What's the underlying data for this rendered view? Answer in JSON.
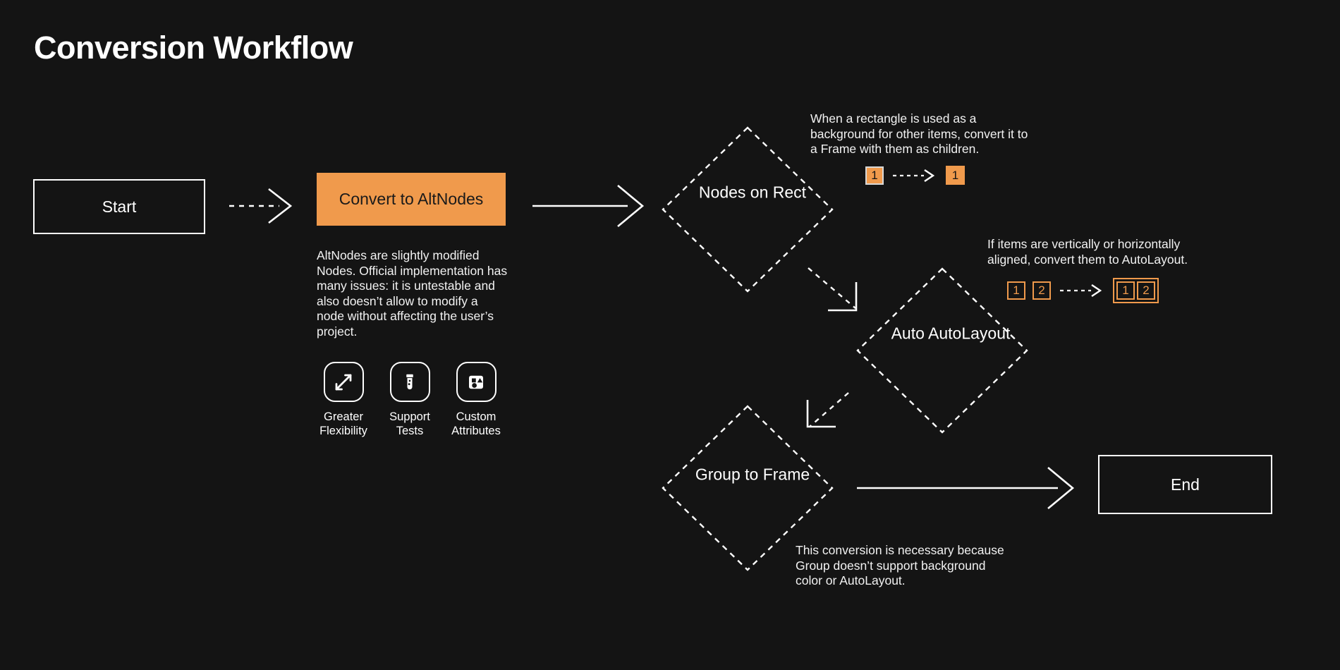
{
  "title": "Conversion Workflow",
  "colors": {
    "background": "#141414",
    "accent_orange": "#F09A4C",
    "stroke_white": "#FFFFFF",
    "text_white": "#FFFFFF"
  },
  "nodes": {
    "start": {
      "label": "Start",
      "shape": "rectangle"
    },
    "convert": {
      "label": "Convert to AltNodes",
      "shape": "rectangle-filled"
    },
    "nodes_on_rect": {
      "label": "Nodes on Rect",
      "shape": "diamond"
    },
    "auto_autolayout": {
      "label": "Auto AutoLayout",
      "shape": "diamond"
    },
    "group_to_frame": {
      "label": "Group to Frame",
      "shape": "diamond"
    },
    "end": {
      "label": "End",
      "shape": "rectangle"
    }
  },
  "convert_description": "AltNodes are slightly modified Nodes. Official implementation has many issues: it is untestable and also doesn’t allow to modify a node without affecting the user’s project.",
  "features": [
    {
      "icon": "expand-arrows-icon",
      "label": "Greater\nFlexibility"
    },
    {
      "icon": "test-tube-icon",
      "label": "Support\nTests"
    },
    {
      "icon": "shapes-icon",
      "label": "Custom\nAttributes"
    }
  ],
  "annotations": [
    {
      "id": "nodes-on-rect-annotation",
      "text": "When a rectangle is used as a background for other items, convert it to a Frame with them as children.",
      "before_badges": [
        {
          "value": "1",
          "style": "filled-bordered"
        }
      ],
      "after_badges": [
        {
          "value": "1",
          "style": "filled"
        }
      ],
      "grouped_after": false
    },
    {
      "id": "auto-autolayout-annotation",
      "text": "If items are vertically or horizontally aligned, convert them to AutoLayout.",
      "before_badges": [
        {
          "value": "1",
          "style": "outline"
        },
        {
          "value": "2",
          "style": "outline"
        }
      ],
      "after_badges": [
        {
          "value": "1",
          "style": "outline"
        },
        {
          "value": "2",
          "style": "outline"
        }
      ],
      "grouped_after": true
    },
    {
      "id": "group-to-frame-annotation",
      "text": "This conversion is necessary because Group doesn’t support background color or AutoLayout.",
      "before_badges": [],
      "after_badges": [],
      "grouped_after": false
    }
  ],
  "edges": [
    {
      "from": "start",
      "to": "convert",
      "style": "dashed",
      "direction": "right"
    },
    {
      "from": "convert",
      "to": "nodes_on_rect",
      "style": "solid",
      "direction": "right"
    },
    {
      "from": "nodes_on_rect",
      "to": "auto_autolayout",
      "style": "dashed",
      "direction": "diagonal-down-right"
    },
    {
      "from": "auto_autolayout",
      "to": "group_to_frame",
      "style": "dashed",
      "direction": "diagonal-down-left"
    },
    {
      "from": "group_to_frame",
      "to": "end",
      "style": "solid",
      "direction": "right"
    }
  ]
}
